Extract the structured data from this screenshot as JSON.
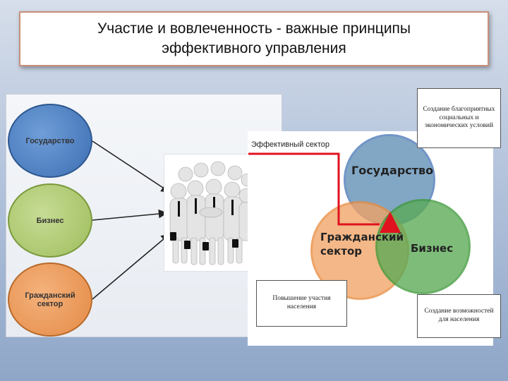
{
  "title": "Участие и вовлеченность - важные принципы эффективного управления",
  "left_circles": {
    "gov": "Государство",
    "biz": "Бизнес",
    "civ": "Гражданский сектор"
  },
  "venn": {
    "gov": "Государство",
    "civ_line1": "Гражданский",
    "civ_line2": "сектор",
    "biz": "Бизнес",
    "effective_sector": "Эффективный сектор"
  },
  "notes": {
    "top": "Создание благоприятных социальных и экономических условий",
    "participation": "Повышение участия населения",
    "opportunities": "Создание возможностей для населения"
  },
  "colors": {
    "gov": "#4b78b8",
    "biz": "#3e9a3a",
    "civ": "#e98b3e",
    "arrow": "#e0121f"
  }
}
